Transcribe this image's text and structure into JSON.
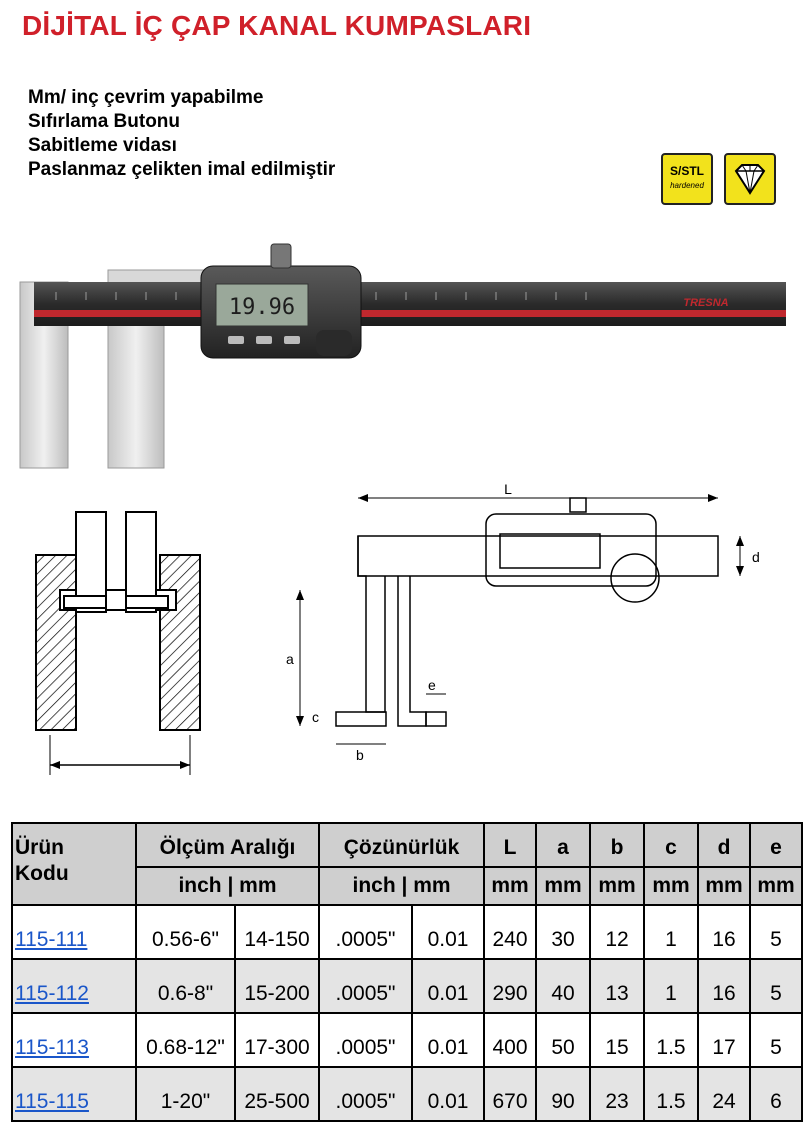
{
  "title": "DİJİTAL İÇ ÇAP KANAL KUMPASLARI",
  "features": [
    "Mm/ inç çevrim yapabilme",
    "Sıfırlama Butonu",
    "Sabitleme vidası",
    "Paslanmaz çelikten imal edilmiştir"
  ],
  "badges": {
    "sstl_main": "S/STL",
    "sstl_sub": "hardened",
    "diamond_icon": "diamond-icon"
  },
  "photo": {
    "display_reading": "19.96",
    "brand": "TRESNA"
  },
  "diagram": {
    "label_L": "L",
    "label_a": "a",
    "label_b": "b",
    "label_c": "c",
    "label_d": "d",
    "label_e": "e"
  },
  "table": {
    "head": {
      "code_line1": "Ürün",
      "code_line2": "Kodu",
      "range": "Ölçüm Aralığı",
      "resolution": "Çözünürlük",
      "L": "L",
      "a": "a",
      "b": "b",
      "c": "c",
      "d": "d",
      "e": "e",
      "range_units": "inch | mm",
      "resolution_units": "inch | mm",
      "mm": "mm"
    },
    "rows": [
      {
        "code": "115-111",
        "inch": "0.56-6\"",
        "mm": "14-150",
        "res_inch": ".0005\"",
        "res_mm": "0.01",
        "L": "240",
        "a": "30",
        "b": "12",
        "c": "1",
        "d": "16",
        "e": "5"
      },
      {
        "code": "115-112",
        "inch": "0.6-8\"",
        "mm": "15-200",
        "res_inch": ".0005\"",
        "res_mm": "0.01",
        "L": "290",
        "a": "40",
        "b": "13",
        "c": "1",
        "d": "16",
        "e": "5"
      },
      {
        "code": "115-113",
        "inch": "0.68-12\"",
        "mm": "17-300",
        "res_inch": ".0005\"",
        "res_mm": "0.01",
        "L": "400",
        "a": "50",
        "b": "15",
        "c": "1.5",
        "d": "17",
        "e": "5"
      },
      {
        "code": "115-115",
        "inch": "1-20\"",
        "mm": "25-500",
        "res_inch": ".0005\"",
        "res_mm": "0.01",
        "L": "670",
        "a": "90",
        "b": "23",
        "c": "1.5",
        "d": "24",
        "e": "6"
      }
    ]
  }
}
